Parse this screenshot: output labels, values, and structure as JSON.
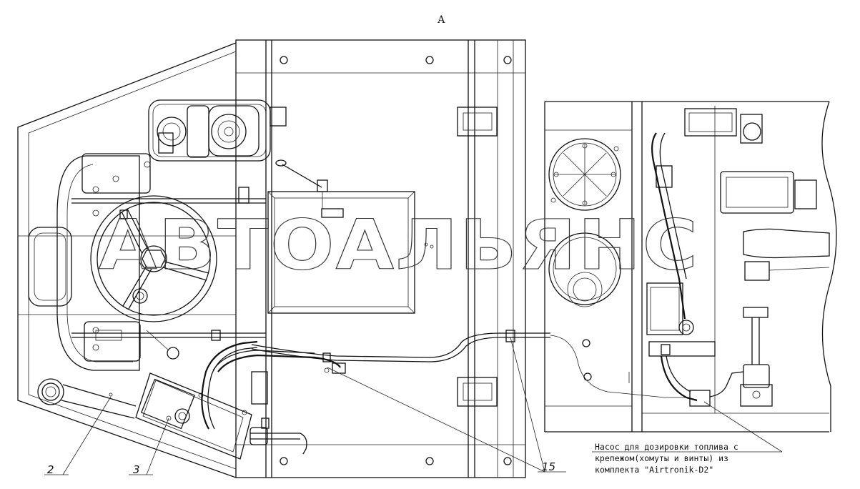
{
  "view_label": "А",
  "watermark": "АВТОАЛЬЯНС",
  "callouts": [
    {
      "id": "2",
      "label": "2"
    },
    {
      "id": "3",
      "label": "3"
    },
    {
      "id": "15",
      "label": "15"
    }
  ],
  "note": {
    "line1": "Насос для дозировки топлива с",
    "line2": "крепежом(хомуты и винты) из",
    "line3": "комплекта \"Airtronik-D2\""
  }
}
